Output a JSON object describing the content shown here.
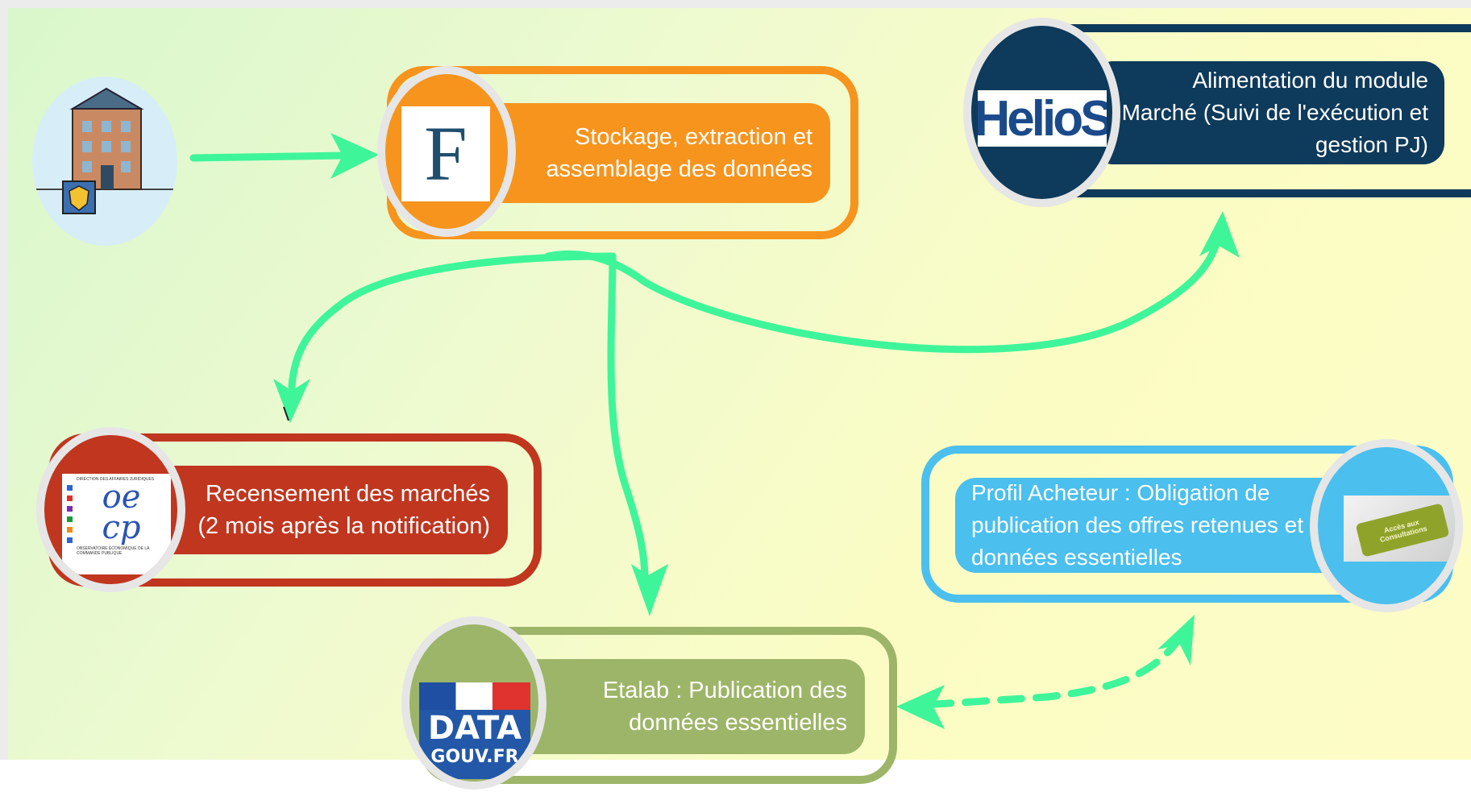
{
  "nodes": {
    "source": {
      "icon": "city-hall-icon"
    },
    "chorus": {
      "logo": "F",
      "lines": [
        "Stockage, extraction et",
        "assemblage des données"
      ],
      "color": "#f7941d"
    },
    "helios": {
      "logo": "HelioS",
      "lines": [
        "Alimentation du module",
        "Marché (Suivi de l'exécution et",
        "gestion PJ)"
      ],
      "color": "#0e3a5b"
    },
    "oecp": {
      "logo_top": "oe",
      "logo_bottom": "cp",
      "logo_caption_top": "DIRECTION DES AFFAIRES JURIDIQUES",
      "logo_caption_bottom": "OBSERVATOIRE ÉCONOMIQUE DE LA COMMANDE PUBLIQUE",
      "lines": [
        "Recensement des marchés",
        "(2 mois après la notification)"
      ],
      "color": "#c0361f"
    },
    "acheteur": {
      "logo": "Accès aux Consultations",
      "lines": [
        "Profil Acheteur : Obligation de",
        "publication des offres retenues et",
        "données essentielles"
      ],
      "color": "#4bbfee"
    },
    "etalab": {
      "logo_top": "DATA",
      "logo_bottom": "GOUV.FR",
      "lines": [
        "Etalab : Publication des",
        "données essentielles"
      ],
      "color": "#9db568"
    }
  },
  "arrow_color": "#3ef59a"
}
